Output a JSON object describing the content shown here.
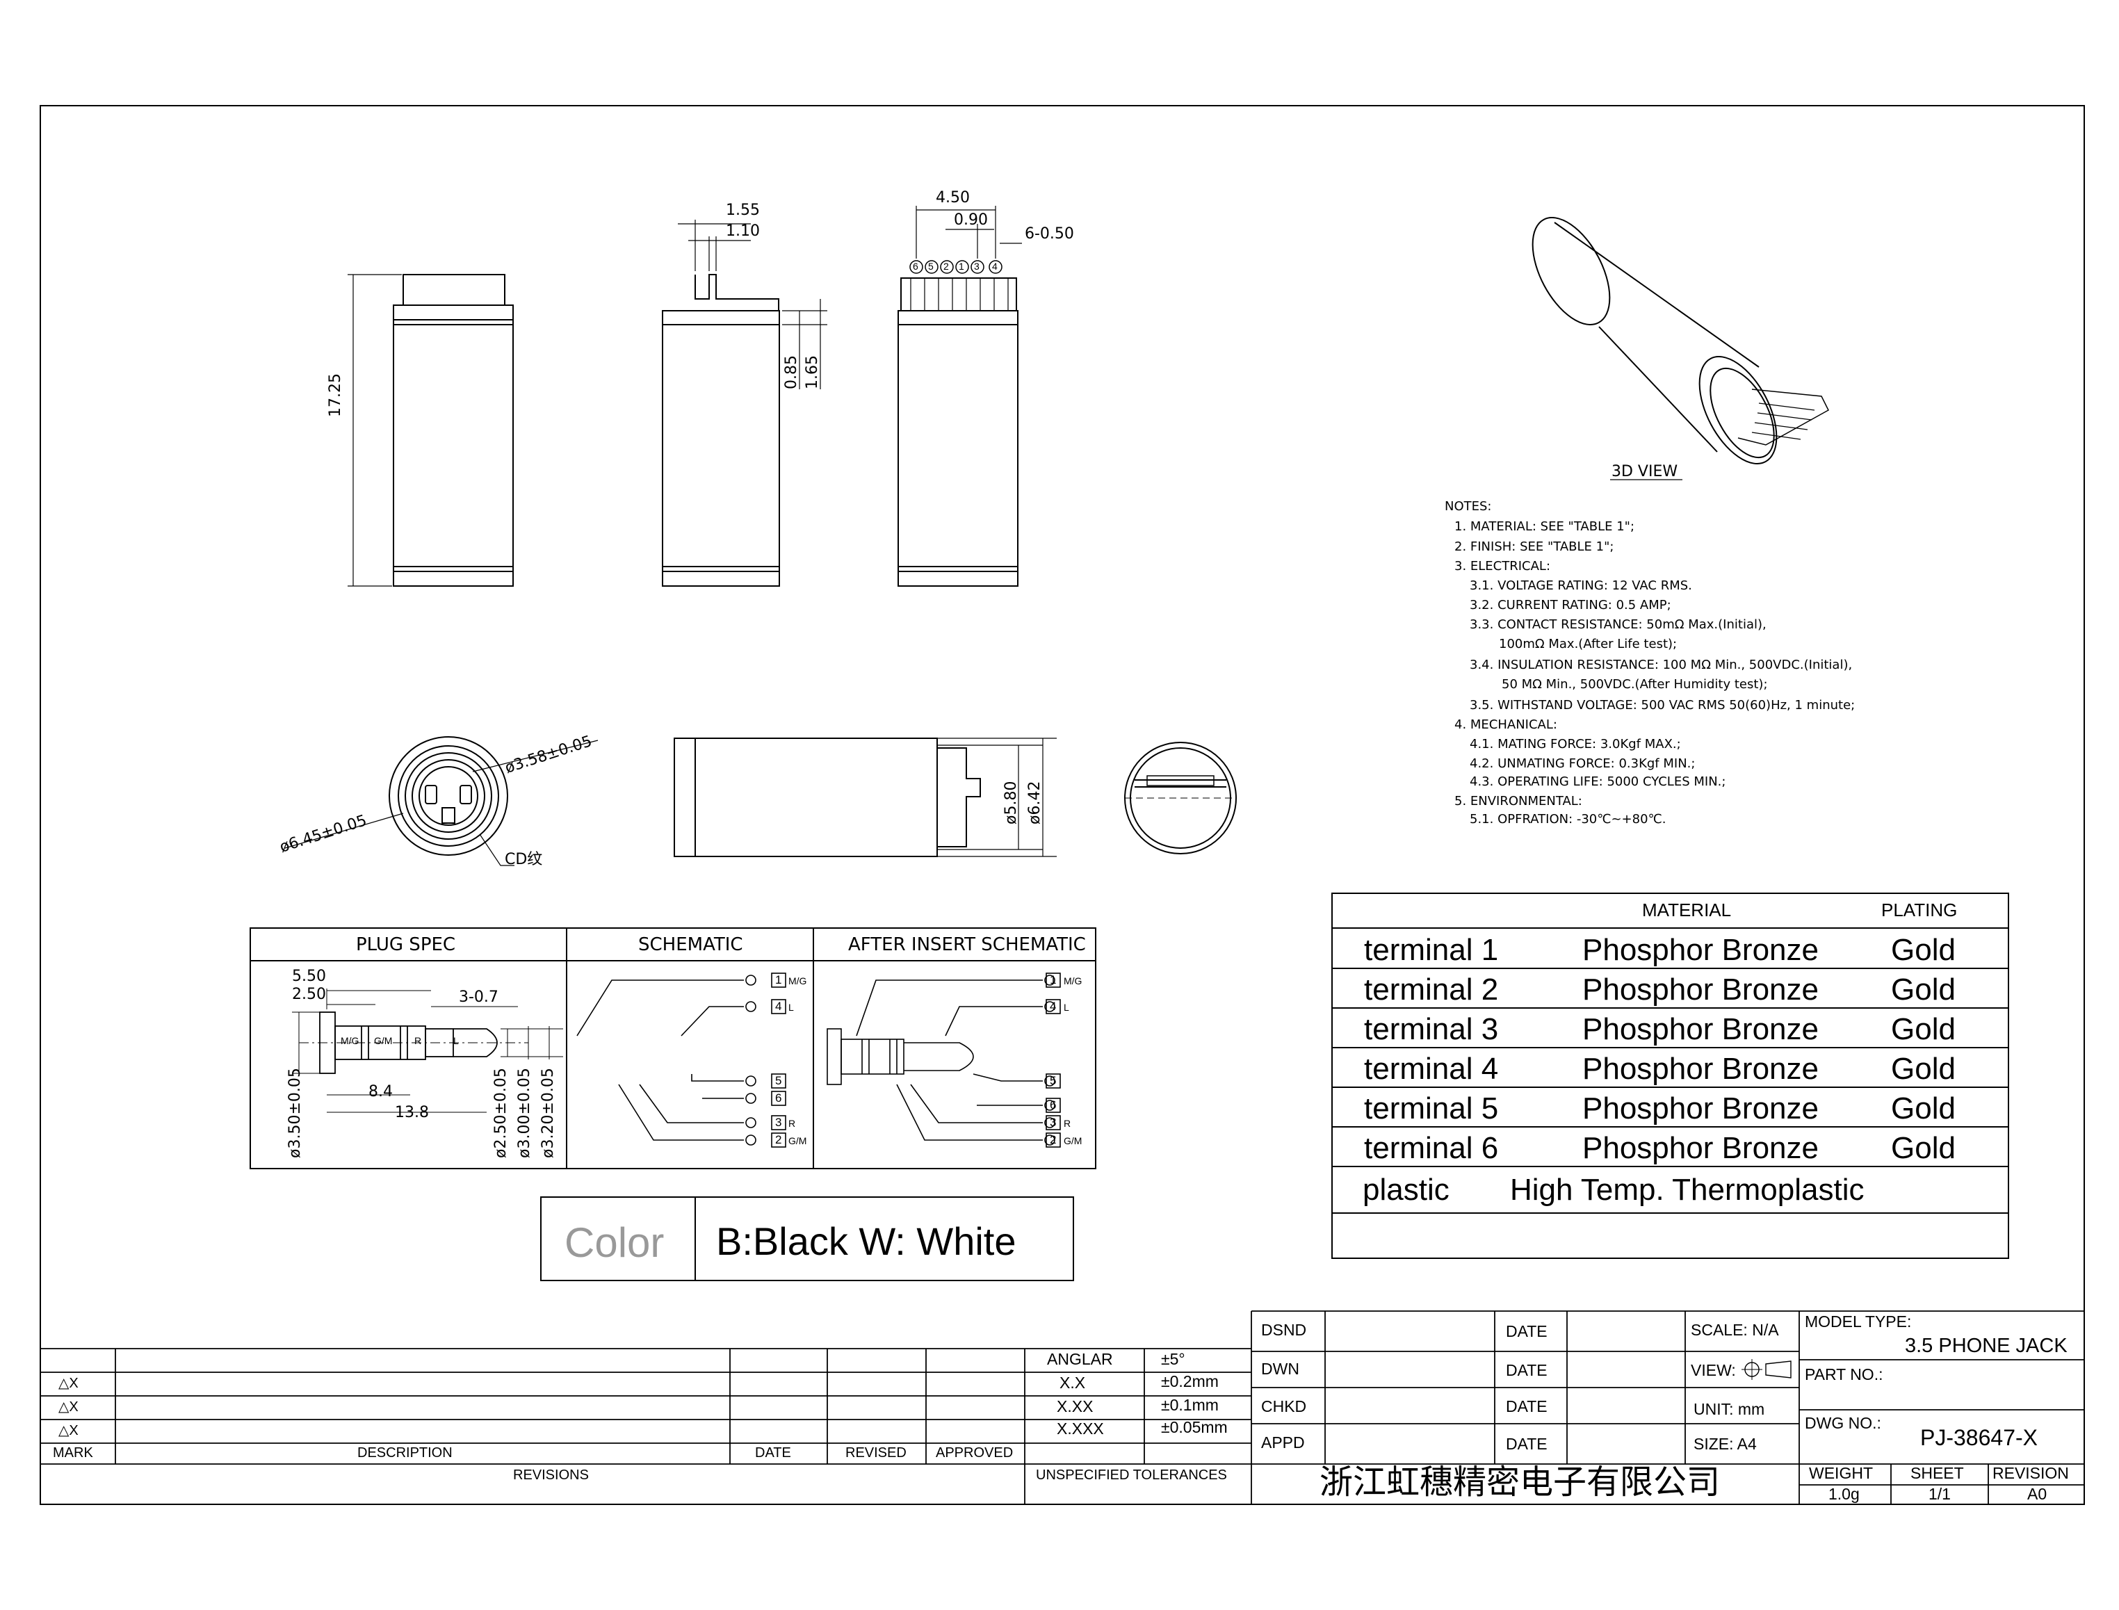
{
  "views": {
    "front": {
      "dim_height": "17.25"
    },
    "side": {
      "dim_top1": "1.55",
      "dim_top2": "1.10",
      "dim_v1": "0.85",
      "dim_v2": "1.65"
    },
    "pins": {
      "dim_total": "4.50",
      "dim_pitch": "0.90",
      "dim_pin": "6-0.50",
      "pin_numbers": [
        "6",
        "5",
        "2",
        "1",
        "3",
        "4"
      ]
    },
    "end": {
      "dim_outer": "ø6.45±0.05",
      "dim_inner": "ø3.58±0.05",
      "cd_label": "CD纹"
    },
    "bottom": {
      "dim_a": "ø5.80",
      "dim_b": "ø6.42"
    },
    "view3d_label": "3D VIEW"
  },
  "notes": {
    "title": "NOTES:",
    "lines": [
      "1. MATERIAL: SEE \"TABLE 1\";",
      "2. FINISH: SEE \"TABLE 1\";",
      "3. ELECTRICAL:",
      "3.1. VOLTAGE RATING: 12 VAC RMS.",
      "3.2. CURRENT RATING: 0.5 AMP;",
      "3.3. CONTACT RESISTANCE: 50mΩ Max.(Initial),",
      "100mΩ Max.(After Life test);",
      "3.4. INSULATION RESISTANCE: 100 MΩ Min., 500VDC.(Initial),",
      "50 MΩ Min., 500VDC.(After Humidity test);",
      "3.5. WITHSTAND VOLTAGE: 500 VAC RMS 50(60)Hz, 1 minute;",
      "4. MECHANICAL:",
      "4.1. MATING FORCE: 3.0Kgf MAX.;",
      "4.2. UNMATING FORCE: 0.3Kgf MIN.;",
      "4.3. OPERATING LIFE: 5000 CYCLES MIN.;",
      "5. ENVIRONMENTAL:",
      "5.1. OPFRATION: -30℃~+80℃."
    ]
  },
  "material_table": {
    "header_material": "MATERIAL",
    "header_plating": "PLATING",
    "rows": [
      {
        "part": "terminal 1",
        "material": "Phosphor Bronze",
        "plating": "Gold"
      },
      {
        "part": "terminal 2",
        "material": "Phosphor Bronze",
        "plating": "Gold"
      },
      {
        "part": "terminal 3",
        "material": "Phosphor Bronze",
        "plating": "Gold"
      },
      {
        "part": "terminal 4",
        "material": "Phosphor Bronze",
        "plating": "Gold"
      },
      {
        "part": "terminal 5",
        "material": "Phosphor Bronze",
        "plating": "Gold"
      },
      {
        "part": "terminal 6",
        "material": "Phosphor Bronze",
        "plating": "Gold"
      }
    ],
    "plastic_label": "plastic",
    "plastic_material": "High Temp. Thermoplastic"
  },
  "spec_table": {
    "plug_spec": "PLUG SPEC",
    "schematic": "SCHEMATIC",
    "after_insert": "AFTER INSERT SCHEMATIC",
    "dims": {
      "d550": "5.50",
      "d250": "2.50",
      "d307": "3-0.7",
      "d84": "8.4",
      "d138": "13.8",
      "d350": "ø3.50±0.05",
      "d250b": "ø2.50±0.05",
      "d300": "ø3.00±0.05",
      "d320": "ø3.20±0.05"
    },
    "plug_labels": {
      "mg": "M/G",
      "gm": "G/M",
      "r": "R",
      "l": "L"
    },
    "terminals": [
      {
        "num": "1",
        "sig": "M/G"
      },
      {
        "num": "4",
        "sig": "L"
      },
      {
        "num": "5",
        "sig": ""
      },
      {
        "num": "6",
        "sig": ""
      },
      {
        "num": "3",
        "sig": "R"
      },
      {
        "num": "2",
        "sig": "G/M"
      }
    ]
  },
  "color_box": {
    "label": "Color",
    "value": "B:Black W: White"
  },
  "revisions": {
    "marks": [
      "△X",
      "△X",
      "△X"
    ],
    "col_mark": "MARK",
    "col_desc": "DESCRIPTION",
    "col_date": "DATE",
    "col_revised": "REVISED",
    "col_approved": "APPROVED",
    "footer": "REVISIONS"
  },
  "tolerances": {
    "rows": [
      {
        "k": "ANGLAR",
        "v": "±5°"
      },
      {
        "k": "X.X",
        "v": "±0.2mm"
      },
      {
        "k": "X.XX",
        "v": "±0.1mm"
      },
      {
        "k": "X.XXX",
        "v": "±0.05mm"
      }
    ],
    "footer": "UNSPECIFIED TOLERANCES"
  },
  "title_block": {
    "dsnd": "DSND",
    "dwn": "DWN",
    "chkd": "CHKD",
    "appd": "APPD",
    "date": "DATE",
    "scale": "SCALE: N/A",
    "view": "VIEW:",
    "unit": "UNIT: mm",
    "size": "SIZE: A4",
    "model_type_label": "MODEL TYPE:",
    "model_type": "3.5 PHONE JACK",
    "part_no_label": "PART NO.:",
    "dwg_no_label": "DWG NO.:",
    "dwg_no": "PJ-38647-X",
    "company": "浙江虹穗精密电子有限公司",
    "weight_label": "WEIGHT",
    "weight": "1.0g",
    "sheet_label": "SHEET",
    "sheet": "1/1",
    "revision_label": "REVISION",
    "revision": "A0"
  }
}
